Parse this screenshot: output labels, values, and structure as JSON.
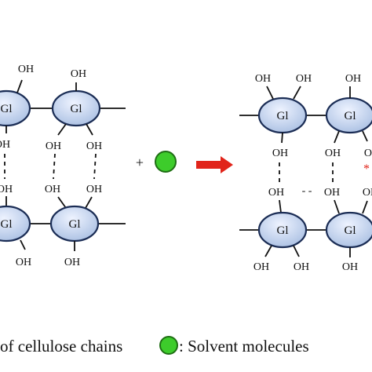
{
  "colors": {
    "glucose_fill_light": "#eef3ff",
    "glucose_fill_dark": "#a9bfe2",
    "glucose_stroke": "#1b2d55",
    "solvent_fill": "#3dcc2b",
    "solvent_stroke": "#1f6e14",
    "arrow": "#e1241a",
    "line": "#111111"
  },
  "labels": {
    "glucose": "Gl",
    "hydroxyl": "OH",
    "plus": "+",
    "hbond_dash": "- -",
    "intruder_mark": "*"
  },
  "legend": {
    "left_text": "of cellulose chains",
    "right_text": ": Solvent molecules"
  },
  "icons": {
    "solvent": "green-circle",
    "reaction": "red-arrow-right"
  }
}
